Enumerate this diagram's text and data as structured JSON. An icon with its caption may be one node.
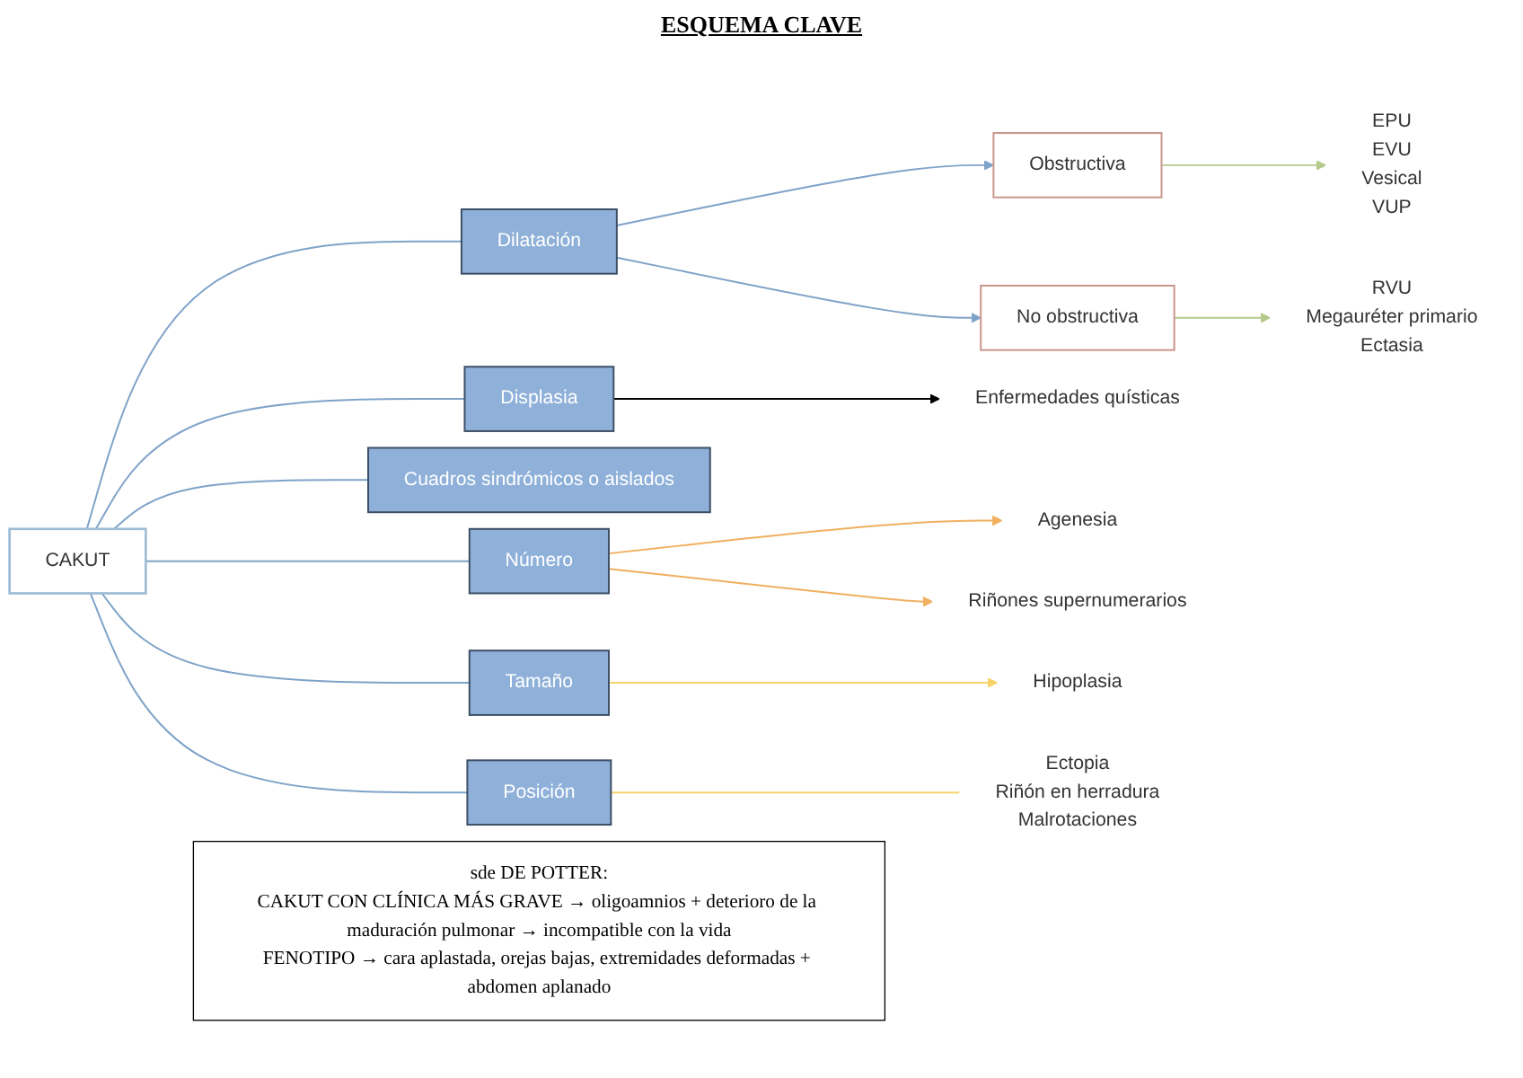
{
  "diagram": {
    "title": "ESQUEMA CLAVE",
    "nodes": [
      {
        "text": [
          "CAKUT"
        ]
      },
      {
        "text": [
          "Dilatación"
        ]
      },
      {
        "text": [
          "Obstructiva"
        ]
      },
      {
        "text": [
          "No obstructiva"
        ]
      },
      {
        "text": [
          "EPU",
          "EVU",
          "Vesical",
          "VUP"
        ]
      },
      {
        "text": [
          "RVU",
          "Megauréter primario",
          "Ectasia"
        ]
      },
      {
        "text": [
          "Displasia"
        ]
      },
      {
        "text": [
          "Enfermedades quísticas"
        ]
      },
      {
        "text": [
          "Cuadros sindrómicos o aislados"
        ]
      },
      {
        "text": [
          "Número"
        ]
      },
      {
        "text": [
          "Agenesia"
        ]
      },
      {
        "text": [
          "Riñones supernumerarios"
        ]
      },
      {
        "text": [
          "Tamaño"
        ]
      },
      {
        "text": [
          "Hipoplasia"
        ]
      },
      {
        "text": [
          "Posición"
        ]
      },
      {
        "text": [
          "Ectopia",
          "Riñón en herradura",
          "Malrotaciones"
        ]
      },
      {
        "text": [
          "sde DE POTTER:",
          "CAKUT CON CLÍNICA MÁS GRAVE → oligoamnios + deterioro de la maduración pulmonar → incompatible con la vida",
          "FENOTIPO → cara aplastada, orejas bajas, extremidades deformadas + abdomen aplanado"
        ]
      }
    ],
    "edges": [
      {
        "from": 0,
        "to": 1,
        "arrow": "none"
      },
      {
        "from": 1,
        "to": 2,
        "arrow": "to"
      },
      {
        "from": 1,
        "to": 3,
        "arrow": "to"
      },
      {
        "from": 2,
        "to": 4,
        "arrow": "to",
        "color": "#b5c98a"
      },
      {
        "from": 3,
        "to": 5,
        "arrow": "to",
        "color": "#b5c98a"
      },
      {
        "from": 0,
        "to": 6,
        "arrow": "none"
      },
      {
        "from": 6,
        "to": 7,
        "arrow": "to",
        "color": "#000000"
      },
      {
        "from": 0,
        "to": 8,
        "arrow": "none"
      },
      {
        "from": 0,
        "to": 9,
        "arrow": "none"
      },
      {
        "from": 9,
        "to": 10,
        "arrow": "to",
        "color": "#f0b060"
      },
      {
        "from": 9,
        "to": 11,
        "arrow": "to",
        "color": "#f0b060"
      },
      {
        "from": 0,
        "to": 12,
        "arrow": "none"
      },
      {
        "from": 12,
        "to": 13,
        "arrow": "to",
        "color": "#f5d36a"
      },
      {
        "from": 0,
        "to": 14,
        "arrow": "none"
      },
      {
        "from": 14,
        "to": 15,
        "arrow": "none",
        "color": "#f5d36a"
      }
    ]
  }
}
